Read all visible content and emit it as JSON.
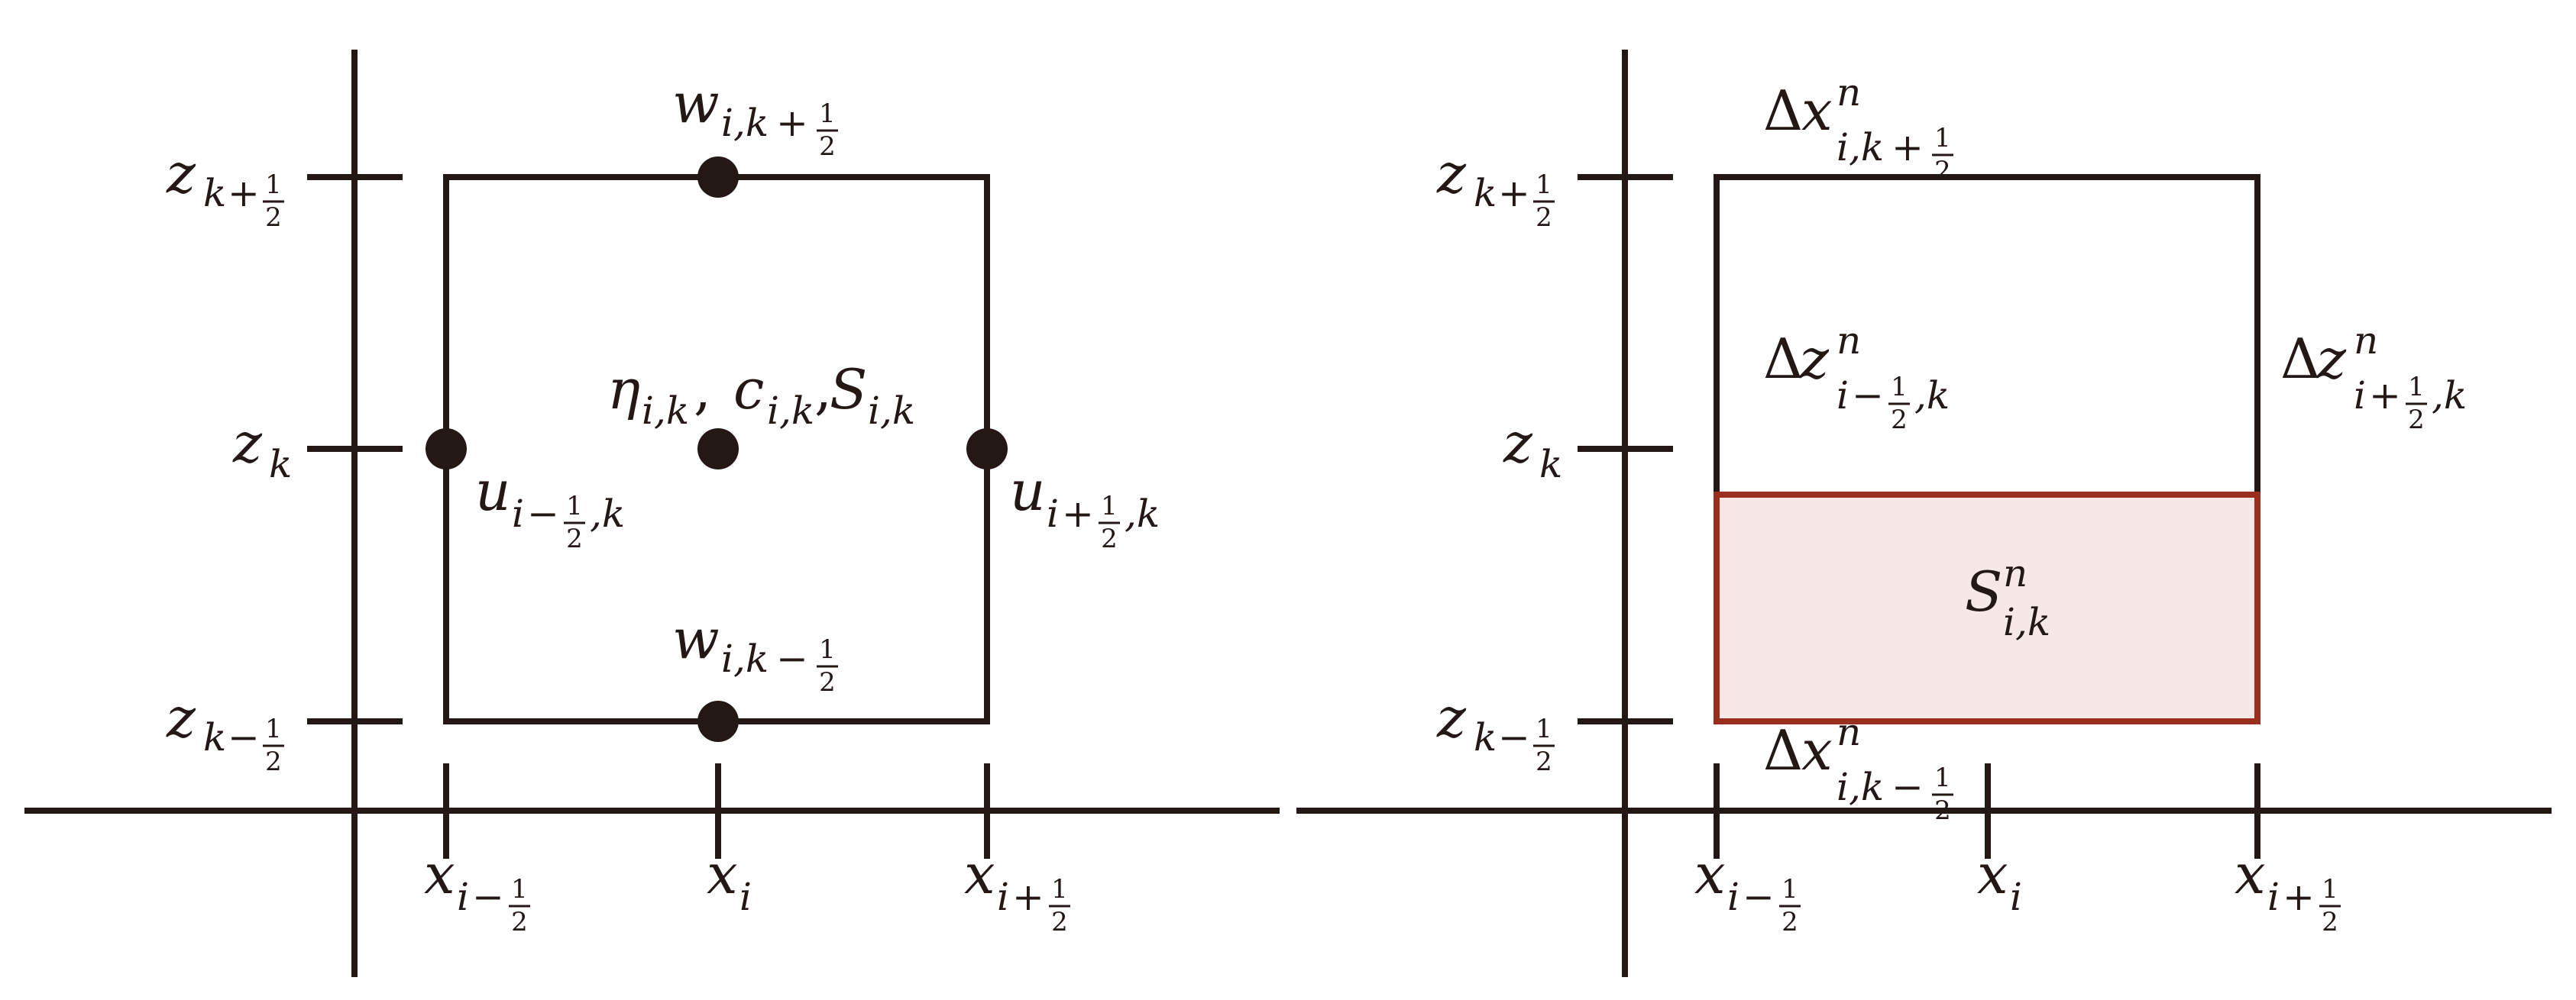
{
  "colors": {
    "ink": "#231815",
    "cell_outline": "#9b2f1f",
    "cell_fill": "#f6e8e7"
  },
  "glyphs": {
    "delta": "Δ",
    "minus": "−",
    "plus": "+",
    "comma": ",",
    "half_num": "1",
    "half_den": "2"
  },
  "left_panel": {
    "z_labels": [
      {
        "base": "z",
        "sub": "k",
        "sign": "+",
        "half": true
      },
      {
        "base": "z",
        "sub": "k",
        "sign": "",
        "half": false
      },
      {
        "base": "z",
        "sub": "k",
        "sign": "−",
        "half": true
      }
    ],
    "x_labels": [
      {
        "base": "x",
        "sub": "i",
        "sign": "−",
        "half": true
      },
      {
        "base": "x",
        "sub": "i",
        "sign": "",
        "half": false
      },
      {
        "base": "x",
        "sub": "i",
        "sign": "+",
        "half": true
      }
    ],
    "w_top": {
      "base": "w",
      "sub": "i,k",
      "sign": "+"
    },
    "w_bottom": {
      "base": "w",
      "sub": "i,k",
      "sign": "−"
    },
    "u_left": {
      "base": "u",
      "sub": "i",
      "sign": "−",
      "tail": ",k"
    },
    "u_right": {
      "base": "u",
      "sub": "i",
      "sign": "+",
      "tail": ",k"
    },
    "center_vars": [
      {
        "base": "η",
        "sub": "i,k"
      },
      {
        "base": "c",
        "sub": "i,k"
      },
      {
        "base": "S",
        "sub": "i,k"
      }
    ]
  },
  "right_panel": {
    "z_labels": [
      {
        "base": "z",
        "sub": "k",
        "sign": "+",
        "half": true
      },
      {
        "base": "z",
        "sub": "k",
        "sign": "",
        "half": false
      },
      {
        "base": "z",
        "sub": "k",
        "sign": "−",
        "half": true
      }
    ],
    "x_labels": [
      {
        "base": "x",
        "sub": "i",
        "sign": "−",
        "half": true
      },
      {
        "base": "x",
        "sub": "i",
        "sign": "",
        "half": false
      },
      {
        "base": "x",
        "sub": "i",
        "sign": "+",
        "half": true
      }
    ],
    "dx_top": {
      "base": "x",
      "sup": "n",
      "sub": "i,k",
      "sign": "+"
    },
    "dx_bottom": {
      "base": "x",
      "sup": "n",
      "sub": "i,k",
      "sign": "−"
    },
    "dz_left": {
      "base": "z",
      "sup": "n",
      "sub": "i",
      "sign": "−",
      "tail": ",k"
    },
    "dz_right": {
      "base": "z",
      "sup": "n",
      "sub": "i",
      "sign": "+",
      "tail": ",k"
    },
    "s_cell": {
      "base": "S",
      "sup": "n",
      "sub": "i,k"
    }
  }
}
